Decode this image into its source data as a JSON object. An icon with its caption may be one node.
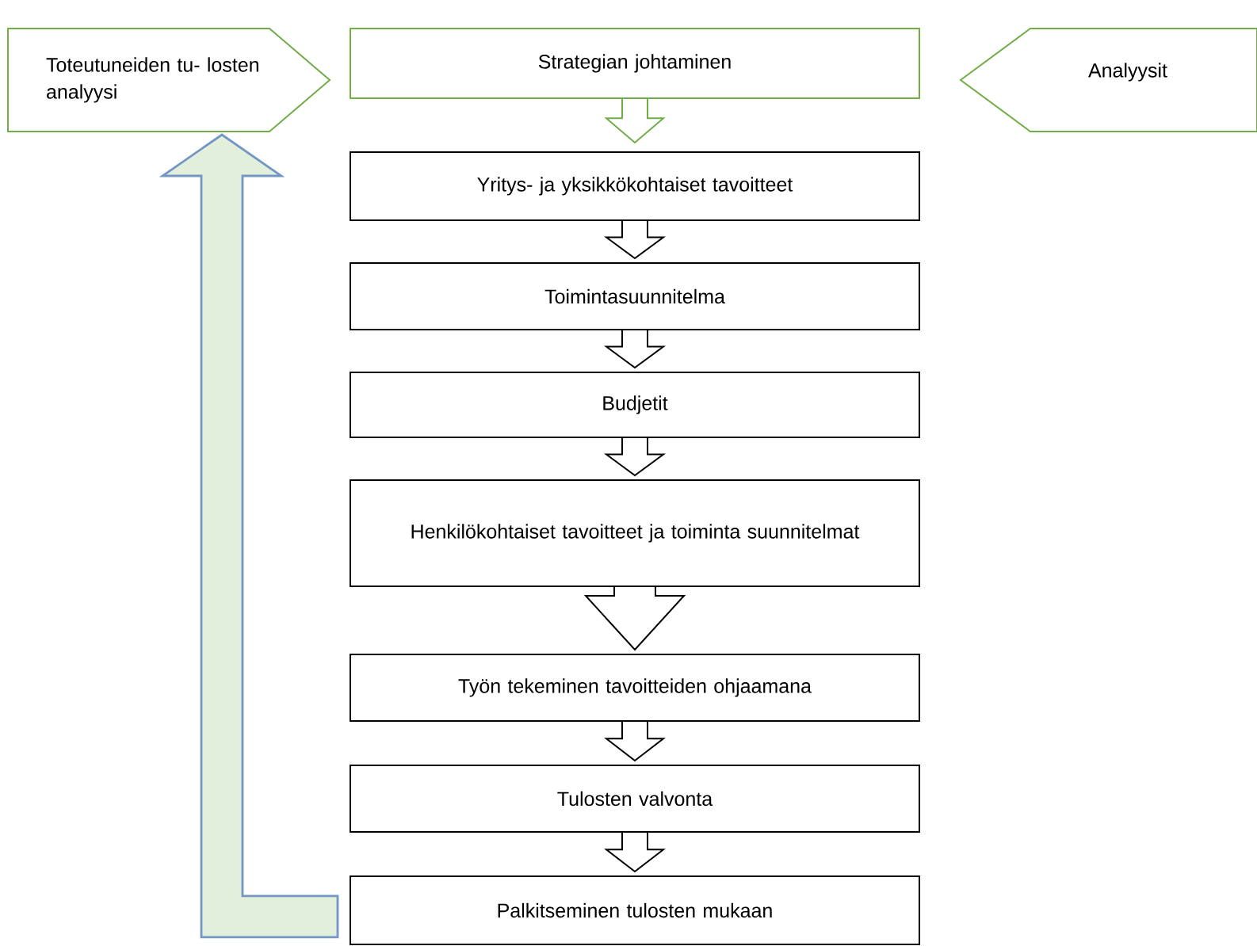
{
  "diagram": {
    "nodes": [
      {
        "text": [
          "Strategian johtaminen"
        ]
      },
      {
        "text": [
          "Toteutuneiden tu- losten analyysi"
        ]
      },
      {
        "text": [
          "Analyysit"
        ]
      },
      {
        "text": [
          "Yritys- ja yksikkökohtaiset tavoitteet"
        ]
      },
      {
        "text": [
          "Toimintasuunnitelma"
        ]
      },
      {
        "text": [
          "Budjetit"
        ]
      },
      {
        "text": [
          "Henkilökohtaiset tavoitteet ja toiminta suunnitelmat"
        ]
      },
      {
        "text": [
          "Työn tekeminen tavoitteiden ohjaamana"
        ]
      },
      {
        "text": [
          "Tulosten valvonta"
        ]
      },
      {
        "text": [
          "Palkitseminen tulosten mukaan"
        ]
      }
    ],
    "edges": [
      {
        "from": 0,
        "to": 3,
        "arrow": "to",
        "color": "#70ad47"
      },
      {
        "from": 3,
        "to": 4,
        "arrow": "to"
      },
      {
        "from": 4,
        "to": 5,
        "arrow": "to"
      },
      {
        "from": 5,
        "to": 6,
        "arrow": "to"
      },
      {
        "from": 6,
        "to": 7,
        "arrow": "to"
      },
      {
        "from": 7,
        "to": 8,
        "arrow": "to"
      },
      {
        "from": 8,
        "to": 9,
        "arrow": "to"
      },
      {
        "from": 9,
        "to": 1,
        "arrow": "to",
        "style": "thick",
        "color": "#7396c5"
      }
    ]
  }
}
